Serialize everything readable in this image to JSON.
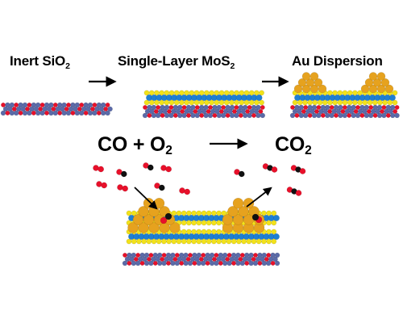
{
  "steps": [
    {
      "main": "Inert SiO",
      "sub": "2"
    },
    {
      "main": "Single-Layer MoS",
      "sub": "2"
    },
    {
      "main": "Au Dispersion",
      "sub": ""
    }
  ],
  "reaction": {
    "reactants": {
      "main": "CO + O",
      "sub": "2"
    },
    "product": {
      "main": "CO",
      "sub": "2"
    }
  },
  "colors": {
    "silicon": "#5b6aa8",
    "oxygen": "#e8102a",
    "sulfur": "#f2e21a",
    "molybdenum": "#1f7fd2",
    "gold": "#e6a21e",
    "carbon": "#111111",
    "arrow": "#000000"
  }
}
